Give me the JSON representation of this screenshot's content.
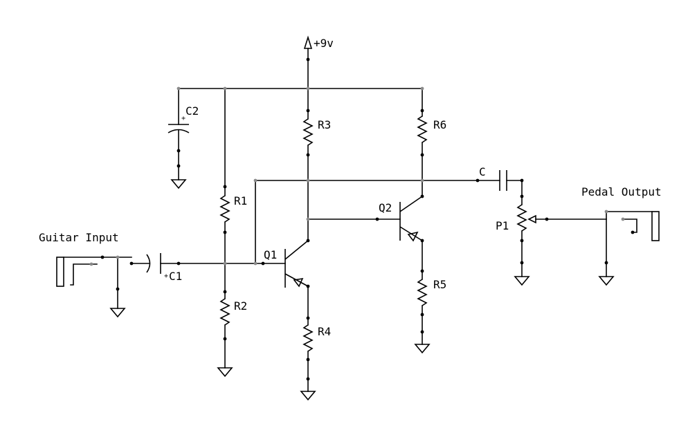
{
  "supply": {
    "label": "+9v"
  },
  "capacitors": {
    "c1": {
      "label": "C1",
      "polarity": "+"
    },
    "c2": {
      "label": "C2",
      "polarity": "+"
    },
    "c_out": {
      "label": "C"
    }
  },
  "resistors": {
    "r1": "R1",
    "r2": "R2",
    "r3": "R3",
    "r4": "R4",
    "r5": "R5",
    "r6": "R6"
  },
  "transistors": {
    "q1": "Q1",
    "q2": "Q2"
  },
  "potentiometer": {
    "label": "P1"
  },
  "jacks": {
    "input": {
      "label": "Guitar Input"
    },
    "output": {
      "label": "Pedal Output"
    }
  }
}
